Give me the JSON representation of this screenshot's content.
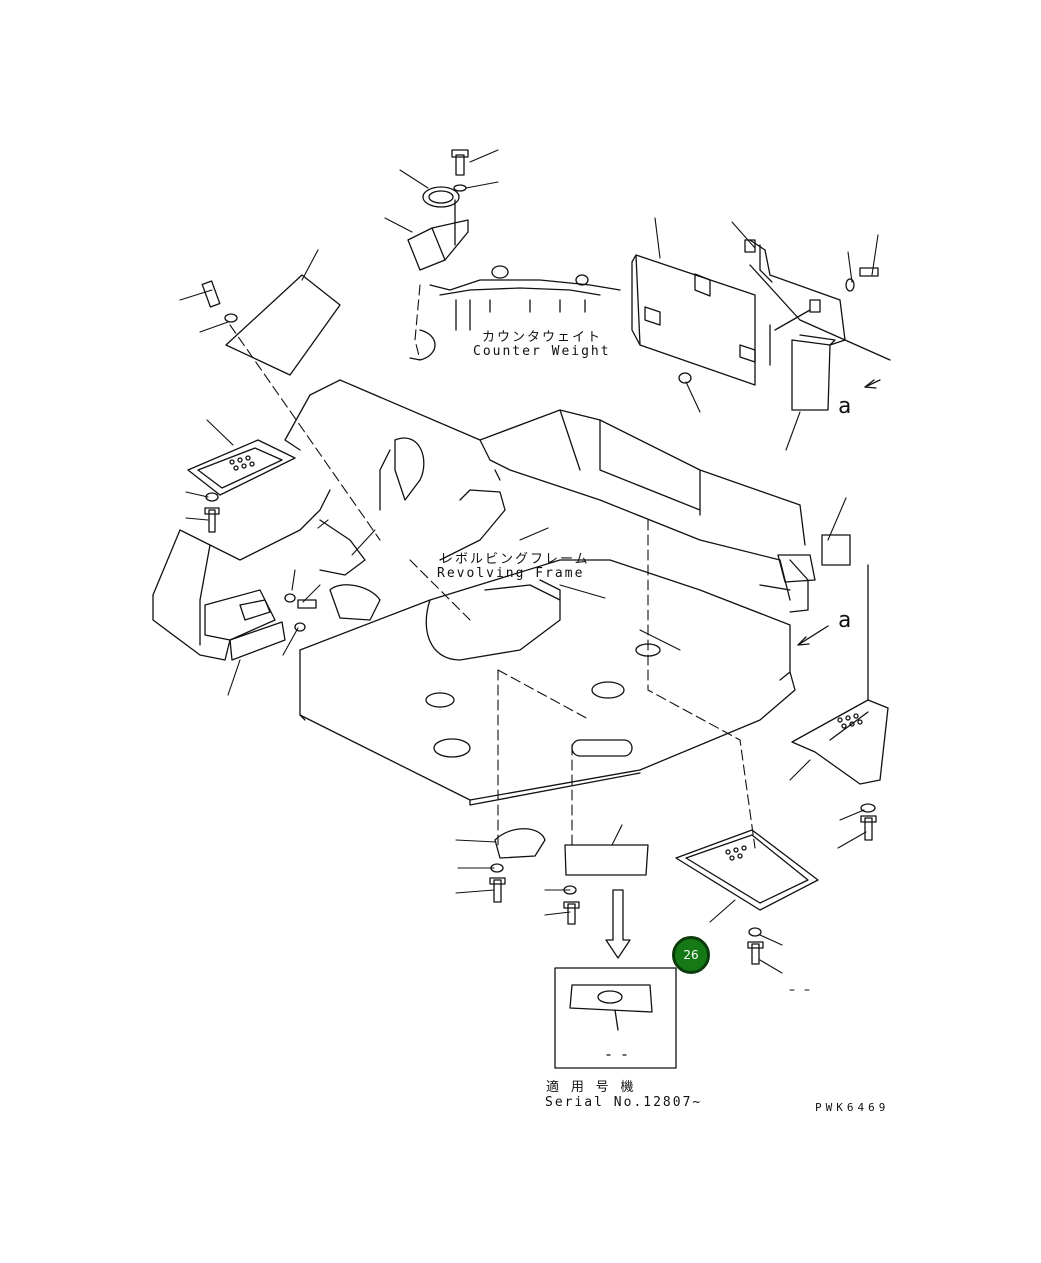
{
  "labels": {
    "counterweight_jp": "カウンタウェイト",
    "counterweight_en": "Counter Weight",
    "frame_jp": "レボルビングフレーム",
    "frame_en": "Revolving Frame",
    "view_a_top": "a",
    "view_a_mid": "a",
    "serial_jp": "適 用 号 機",
    "serial_en": "Serial No.12807~",
    "drawing_code": "PWK6469"
  },
  "callout": {
    "number": "26",
    "color": "#157a15"
  },
  "colors": {
    "line": "#111111",
    "background": "#ffffff"
  }
}
